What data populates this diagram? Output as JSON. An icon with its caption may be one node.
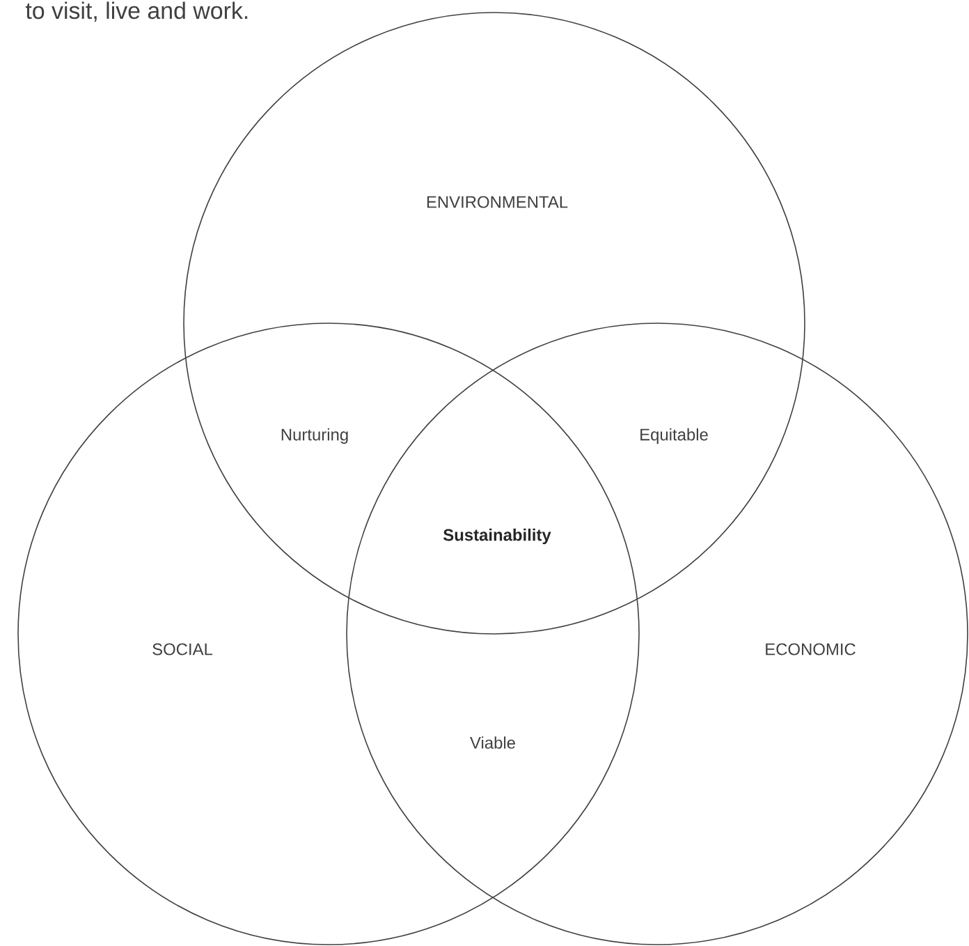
{
  "diagram": {
    "nodes": [
      {
        "text": [
          "ENVIRONMENTAL"
        ]
      },
      {
        "text": [
          "SOCIAL"
        ]
      },
      {
        "text": [
          "ECONOMIC"
        ]
      }
    ],
    "labels": [
      "to visit, live and work.",
      "Nurturing",
      "Equitable",
      "Sustainability",
      "Viable"
    ]
  }
}
